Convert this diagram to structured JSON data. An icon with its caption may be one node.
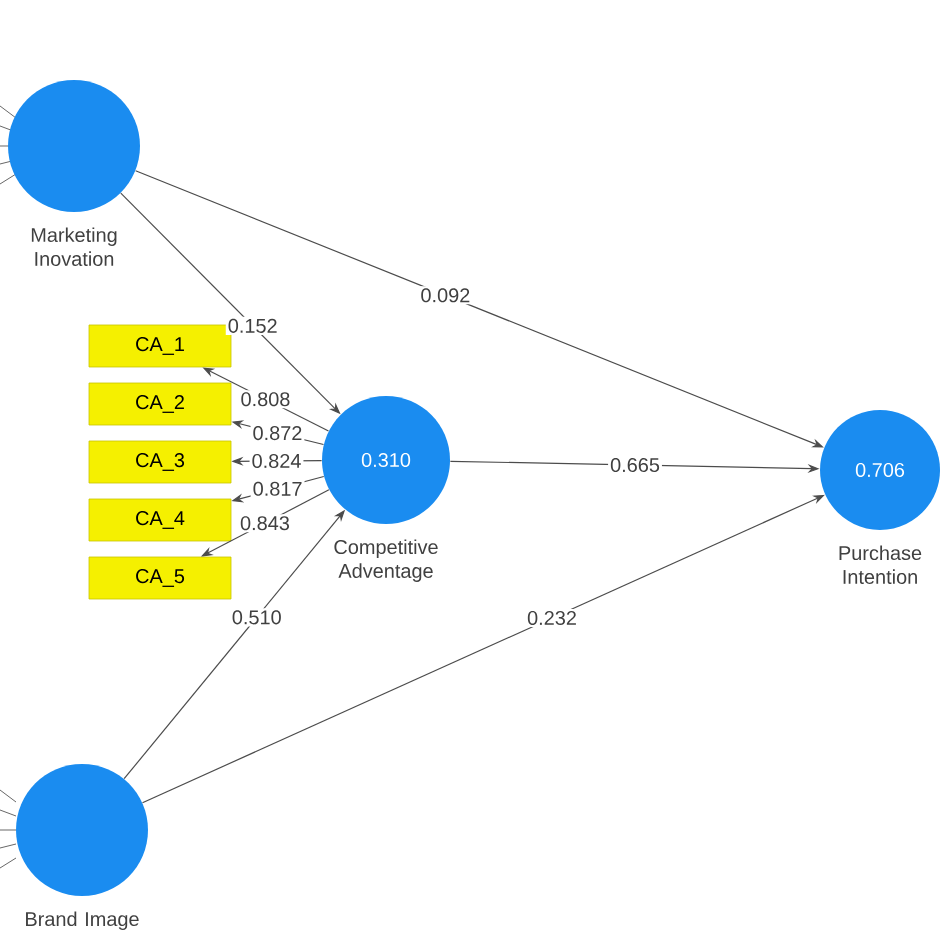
{
  "diagram": {
    "nodes": [
      {
        "text": [],
        "shape": "circle",
        "beside": [
          "Marketing Inovation"
        ]
      },
      {
        "text": [
          "CA_1"
        ]
      },
      {
        "text": [
          "CA_2"
        ]
      },
      {
        "text": [
          "CA_3"
        ]
      },
      {
        "text": [
          "CA_4"
        ]
      },
      {
        "text": [
          "CA_5"
        ]
      },
      {
        "text": [
          "0.310"
        ],
        "beside": [
          "Competitive Adventage"
        ]
      },
      {
        "text": [
          "0.706"
        ],
        "beside": [
          "Purchase Intention"
        ]
      },
      {
        "text": [],
        "shape": "circle",
        "beside": [
          "Brand Image"
        ]
      }
    ],
    "edges": [
      {
        "from": 0,
        "to": 6,
        "arrow": "to",
        "label": "0.152"
      },
      {
        "from": 0,
        "to": 7,
        "arrow": "to",
        "label": "0.092"
      },
      {
        "from": 6,
        "to": 1,
        "arrow": "to",
        "label": "0.808"
      },
      {
        "from": 6,
        "to": 2,
        "arrow": "to",
        "label": "0.872"
      },
      {
        "from": 6,
        "to": 3,
        "arrow": "to",
        "label": "0.824"
      },
      {
        "from": 6,
        "to": 4,
        "arrow": "to",
        "label": "0.817"
      },
      {
        "from": 6,
        "to": 5,
        "arrow": "to",
        "label": "0.843"
      },
      {
        "from": 6,
        "to": 7,
        "arrow": "to",
        "label": "0.665"
      },
      {
        "from": 8,
        "to": 6,
        "arrow": "to",
        "label": "0.510"
      },
      {
        "from": 8,
        "to": 7,
        "arrow": "to",
        "label": "0.232"
      }
    ]
  }
}
